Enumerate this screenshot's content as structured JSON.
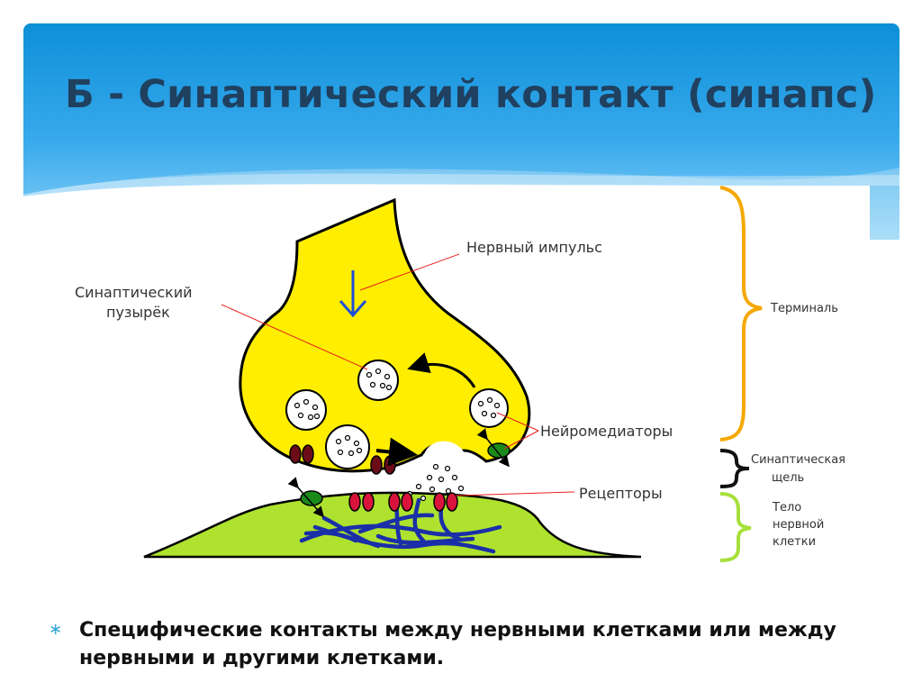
{
  "slide": {
    "title": "Б - Синаптический контакт (синапс)",
    "bullet_symbol": "∗",
    "bullet_text": "Специфические контакты между нервными клетками или между нервными и другими клетками."
  },
  "diagram": {
    "labels": {
      "impulse": "Нервный импульс",
      "vesicle_line1": "Синаптический",
      "vesicle_line2": "пузырёк",
      "neurotransmitters": "Нейромедиаторы",
      "receptors": "Рецепторы",
      "terminal": "Терминаль",
      "cleft_line1": "Синаптическая",
      "cleft_line2": "щель",
      "body_line1": "Тело",
      "body_line2": "нервной",
      "body_line3": "клетки"
    },
    "colors": {
      "terminal_fill": "#ffee00",
      "cell_body_fill": "#aee22e",
      "fibers": "#1a2fa8",
      "terminal_brace": "#f5a800",
      "cleft_brace": "#111111",
      "body_brace": "#a6e03a",
      "pointer_lines": "#e8201e",
      "impulse_arrow": "#1e4fd8",
      "receptors_red": "#d9143c",
      "receptors_dark": "#6b0c18",
      "transporters": "#1a8a1a"
    }
  }
}
